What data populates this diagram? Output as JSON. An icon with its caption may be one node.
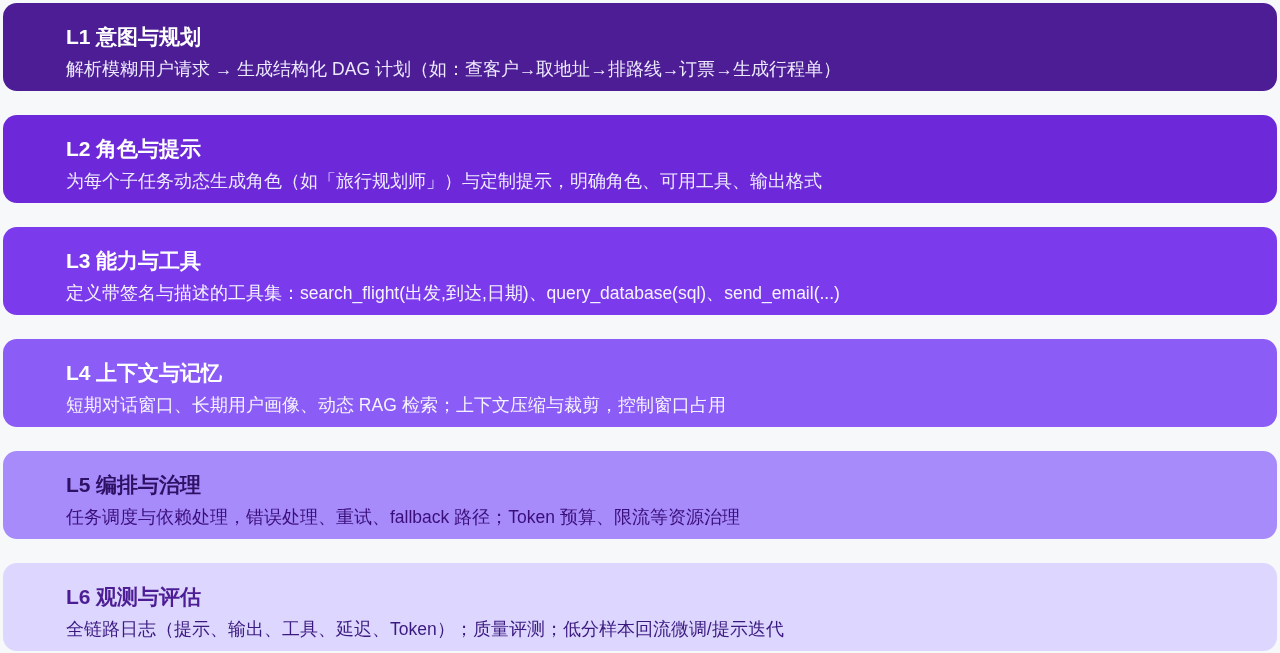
{
  "diagram": {
    "nodes": [
      {
        "text": [
          "L1 意图与规划",
          "解析模糊用户请求 → 生成结构化 DAG 计划（如：查客户→取地址→排路线→订票→生成行程单）"
        ]
      },
      {
        "text": [
          "L2 角色与提示",
          "为每个子任务动态生成角色（如「旅行规划师」）与定制提示，明确角色、可用工具、输出格式"
        ]
      },
      {
        "text": [
          "L3 能力与工具",
          "定义带签名与描述的工具集：search_flight(出发,到达,日期)、query_database(sql)、send_email(...)"
        ]
      },
      {
        "text": [
          "L4 上下文与记忆",
          "短期对话窗口、长期用户画像、动态 RAG 检索；上下文压缩与裁剪，控制窗口占用"
        ]
      },
      {
        "text": [
          "L5 编排与治理",
          "任务调度与依赖处理，错误处理、重试、fallback 路径；Token 预算、限流等资源治理"
        ]
      },
      {
        "text": [
          "L6 观测与评估",
          "全链路日志（提示、输出、工具、延迟、Token）；质量评测；低分样本回流微调/提示迭代"
        ]
      }
    ],
    "edges": []
  }
}
